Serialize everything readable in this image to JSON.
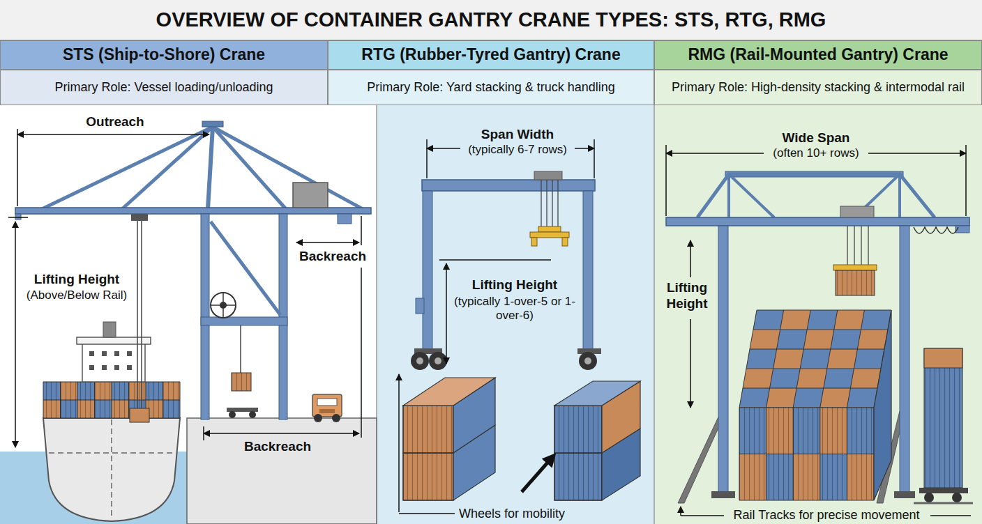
{
  "diagram": {
    "title": "OVERVIEW OF CONTAINER GANTRY CRANE TYPES: STS, RTG, RMG",
    "nodes": [
      {
        "text": [
          "STS (Ship-to-Shore) Crane"
        ]
      },
      {
        "text": [
          "RTG (Rubber-Tyred Gantry) Crane"
        ]
      },
      {
        "text": [
          "RMG (Rail-Mounted Gantry) Crane"
        ]
      },
      {
        "text": [
          "Primary Role: Vessel loading/unloading"
        ]
      },
      {
        "text": [
          "Primary Role: Yard stacking & truck handling"
        ]
      },
      {
        "text": [
          "Primary Role: High-density stacking & intermodal rail"
        ]
      }
    ],
    "labels": [
      "Outreach",
      "Span Width",
      "(typically 6-7 rows)",
      "Wide Span",
      "(often 10+ rows)",
      "Backreach",
      "Lifting Height",
      "(Above/Below Rail)",
      "Lifting Height",
      "(typically 1-over-5 or 1-over-6)",
      "Lifting Height",
      "Backreach",
      "Wheels for mobility",
      "Rail Tracks for precise movement"
    ]
  }
}
